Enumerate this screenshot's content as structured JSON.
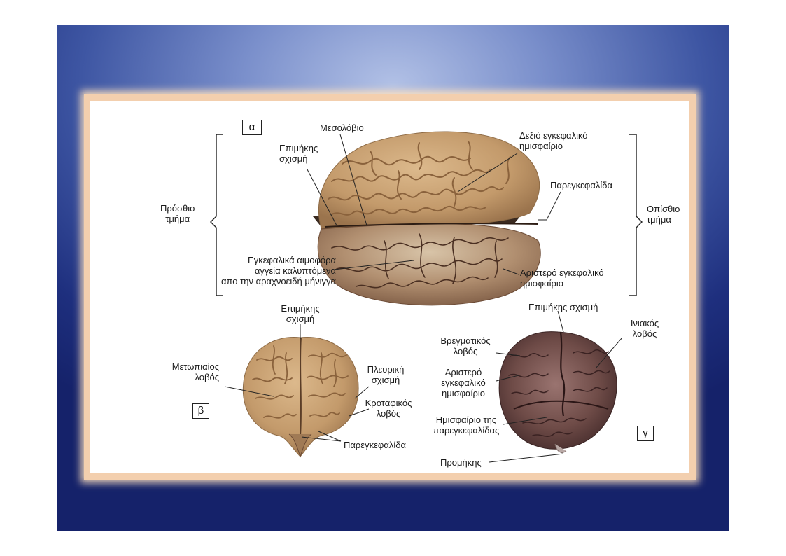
{
  "tags": {
    "a": "α",
    "b": "β",
    "g": "γ"
  },
  "top_view": {
    "mesolovio": "Μεσολόβιο",
    "epimikis_line1": "Επιμήκης",
    "epimikis_line2": "σχισμή",
    "dexio_line1": "Δεξιό εγκεφαλικό",
    "dexio_line2": "ημισφαίριο",
    "paregkefalida": "Παρεγκεφαλίδα",
    "prosthio_line1": "Πρόσθιο",
    "prosthio_line2": "τμήμα",
    "opisthio_line1": "Οπίσθιο",
    "opisthio_line2": "τμήμα",
    "vessels_line1": "Εγκεφαλικά αιμοφόρα",
    "vessels_line2": "αγγεία καλυπτόμενα",
    "vessels_line3": "απο την αραχνοειδή μήνιγγα",
    "aristero_line1": "Αριστερό εγκεφαλικό",
    "aristero_line2": "ημισφαίριο"
  },
  "front_view": {
    "epimikis_line1": "Επιμήκης",
    "epimikis_line2": "σχισμή",
    "metopiaios_line1": "Μετωπιαίος",
    "metopiaios_line2": "λοβός",
    "pleuriki_line1": "Πλευρική",
    "pleuriki_line2": "σχισμή",
    "krotafikos_line1": "Κροταφικός",
    "krotafikos_line2": "λοβός",
    "paregkefalida": "Παρεγκεφαλίδα"
  },
  "back_view": {
    "epimikis": "Επιμήκης σχισμή",
    "vregmatikos_line1": "Βρεγματικός",
    "vregmatikos_line2": "λοβός",
    "iniakos_line1": "Ινιακός",
    "iniakos_line2": "λοβός",
    "aristero_line1": "Αριστερό",
    "aristero_line2": "εγκεφαλικό",
    "aristero_line3": "ημισφαίριο",
    "paregk_hem_line1": "Ημισφαίριο της",
    "paregk_hem_line2": "παρεγκεφαλίδας",
    "promikis": "Προμήκης"
  },
  "colors": {
    "brain_tan": "#c9a072",
    "brain_dark": "#7a4f38",
    "back_brain": "#6d4a45",
    "frame": "#f3cfae"
  }
}
